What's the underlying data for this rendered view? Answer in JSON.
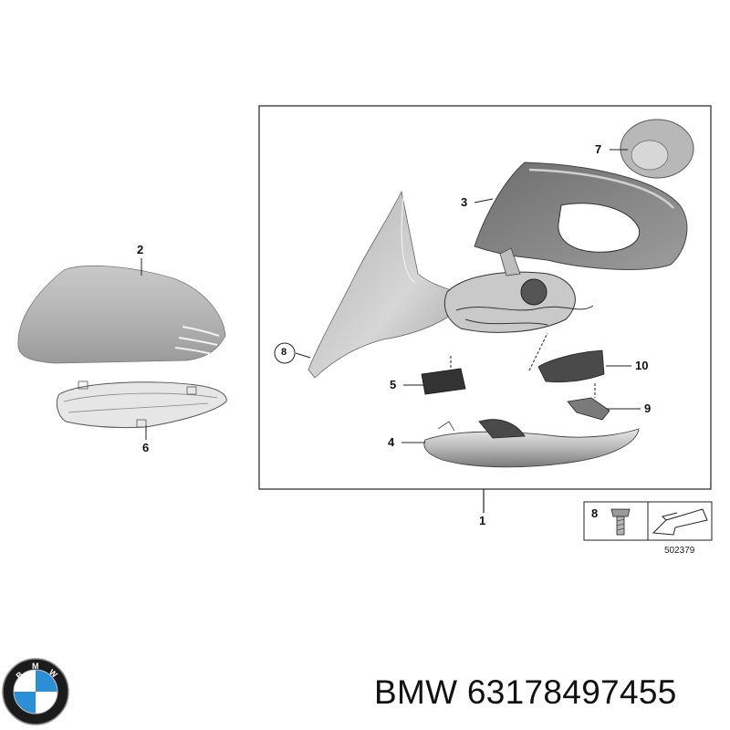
{
  "callouts": {
    "c1": "1",
    "c2": "2",
    "c3": "3",
    "c4": "4",
    "c5": "5",
    "c6": "6",
    "c7": "7",
    "c8": "8",
    "c9": "9",
    "c10": "10",
    "legend8": "8"
  },
  "reference_number": "502379",
  "caption": {
    "brand": "BMW",
    "part_number": "63178497455"
  },
  "logo": {
    "letters": [
      "B",
      "M",
      "W"
    ],
    "colors": {
      "ring": "#1b1b1b",
      "blue": "#2b8fd6",
      "white": "#ffffff"
    }
  }
}
